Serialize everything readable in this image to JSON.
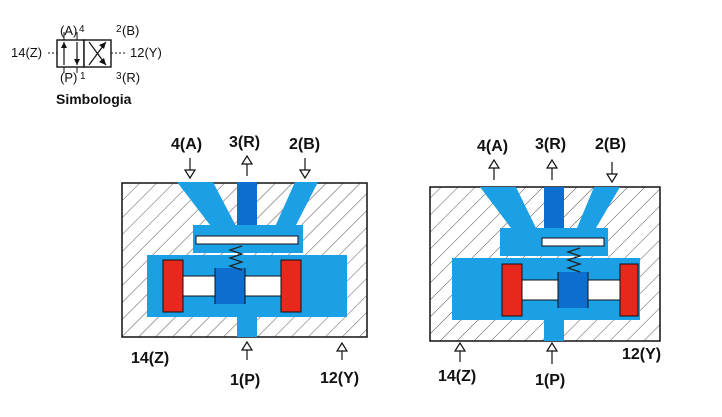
{
  "symbol": {
    "caption": "Simbologia",
    "port_a": "(A)",
    "num_a": "4",
    "port_b": "(B)",
    "num_b": "2",
    "port_p": "(P)",
    "num_p": "1",
    "port_r": "(R)",
    "num_r": "3",
    "pilot_z": "14(Z)",
    "pilot_y": "12(Y)"
  },
  "left_valve": {
    "port_4a": "4(A)",
    "port_3r": "3(R)",
    "port_2b": "2(B)",
    "pilot_14z": "14(Z)",
    "port_1p": "1(P)",
    "pilot_12y": "12(Y)"
  },
  "right_valve": {
    "port_4a": "4(A)",
    "port_3r": "3(R)",
    "port_2b": "2(B)",
    "pilot_14z": "14(Z)",
    "port_1p": "1(P)",
    "pilot_12y": "12(Y)"
  },
  "colors": {
    "channel": "#1ba0e6",
    "channel_dark": "#0c6fcf",
    "body_fill": "#ffffff",
    "hatch": "#555555",
    "piston": "#e8281c",
    "spring": "#222222"
  }
}
